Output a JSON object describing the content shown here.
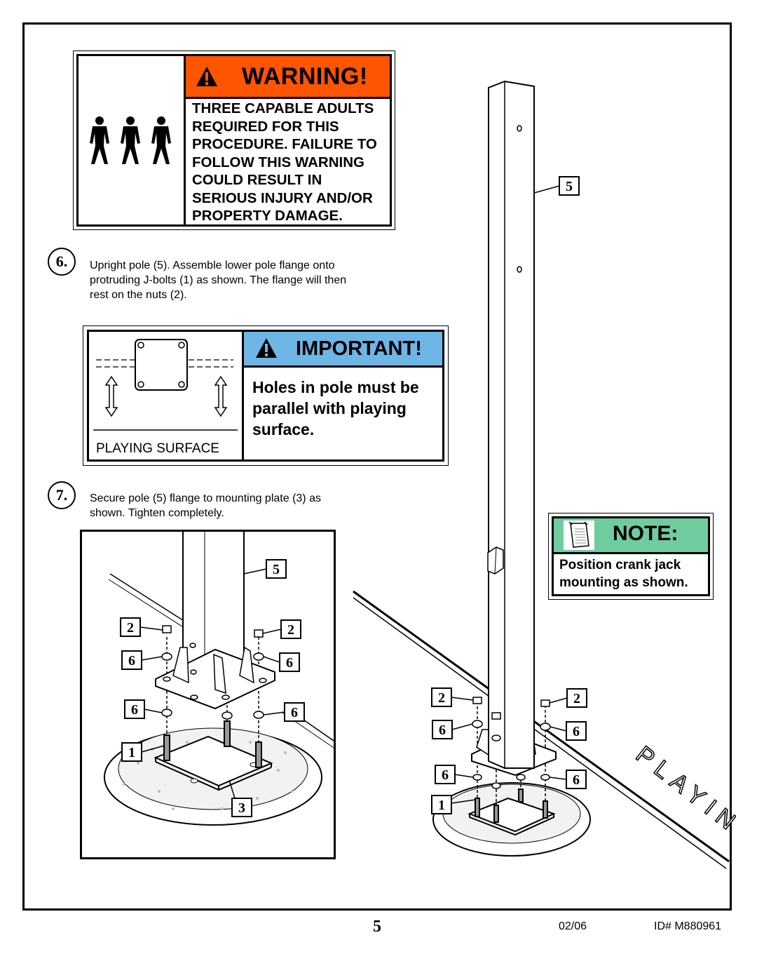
{
  "warning": {
    "title": "WARNING!",
    "message": "THREE CAPABLE ADULTS REQUIRED FOR THIS PROCEDURE. FAILURE TO FOLLOW THIS WARNING COULD RESULT IN SERIOUS INJURY AND/OR PROPERTY DAMAGE.",
    "icons": [
      "alert-triangle-icon",
      "three-adults-icon"
    ]
  },
  "steps": [
    {
      "number": "6.",
      "text": "Upright pole (5). Assemble lower pole flange onto protruding J-bolts (1) as shown. The flange will then rest on the nuts (2)."
    },
    {
      "number": "7.",
      "text": "Secure pole (5) flange to mounting plate (3) as shown. Tighten completely."
    }
  ],
  "important": {
    "title": "IMPORTANT!",
    "message": "Holes in pole must be parallel with playing surface.",
    "diagram_label": "PLAYING SURFACE"
  },
  "note": {
    "title": "NOTE:",
    "message": "Position crank jack mounting as shown.",
    "icon": "note-pad-icon"
  },
  "detail_callouts": {
    "pole": "5",
    "nut_left": "2",
    "nut_right": "2",
    "washer_upper_left": "6",
    "washer_upper_right": "6",
    "washer_lower_left": "6",
    "washer_lower_right": "6",
    "jbolt": "1",
    "mounting_plate": "3"
  },
  "main_callouts": {
    "pole": "5",
    "nut_left": "2",
    "nut_right": "2",
    "washer_upper_left": "6",
    "washer_upper_right": "6",
    "washer_lower_left": "6",
    "washer_lower_right": "6",
    "jbolt": "1"
  },
  "playing_surface_label": "PLAYING SURFACE",
  "footer": {
    "page": "5",
    "date": "02/06",
    "id": "ID# M880961"
  }
}
